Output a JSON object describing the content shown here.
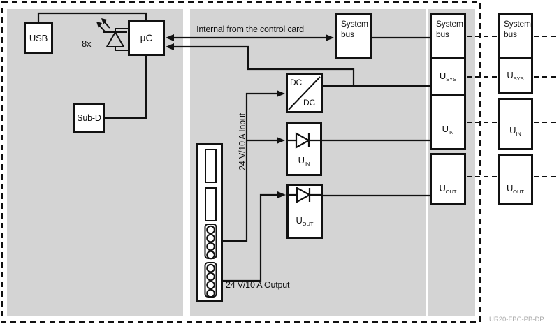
{
  "device_label": "UR20-FBC-PB-DP",
  "colors": {
    "panel": "#d4d4d4",
    "line": "#111111",
    "muted_label": "#a9a9a9"
  },
  "left_module": {
    "usb": "USB",
    "microcontroller": "µC",
    "sub_d": "Sub-D",
    "led_count": "8x"
  },
  "coupler": {
    "internal_label": "Internal from the control card",
    "system_bus": "System bus",
    "dc_top": "DC",
    "dc_bottom": "DC",
    "input_label": "24 V/10 A Input",
    "output_label": "24 V/10 A Output",
    "u_in": {
      "base": "U",
      "sub": "IN"
    },
    "u_out": {
      "base": "U",
      "sub": "OUT"
    }
  },
  "bus_column_internal": {
    "system_bus": "System bus",
    "u_sys": {
      "base": "U",
      "sub": "SYS"
    },
    "u_in": {
      "base": "U",
      "sub": "IN"
    },
    "u_out": {
      "base": "U",
      "sub": "OUT"
    }
  },
  "bus_column_next_module": {
    "system_bus": "System bus",
    "u_sys": {
      "base": "U",
      "sub": "SYS"
    },
    "u_in": {
      "base": "U",
      "sub": "IN"
    },
    "u_out": {
      "base": "U",
      "sub": "OUT"
    }
  }
}
